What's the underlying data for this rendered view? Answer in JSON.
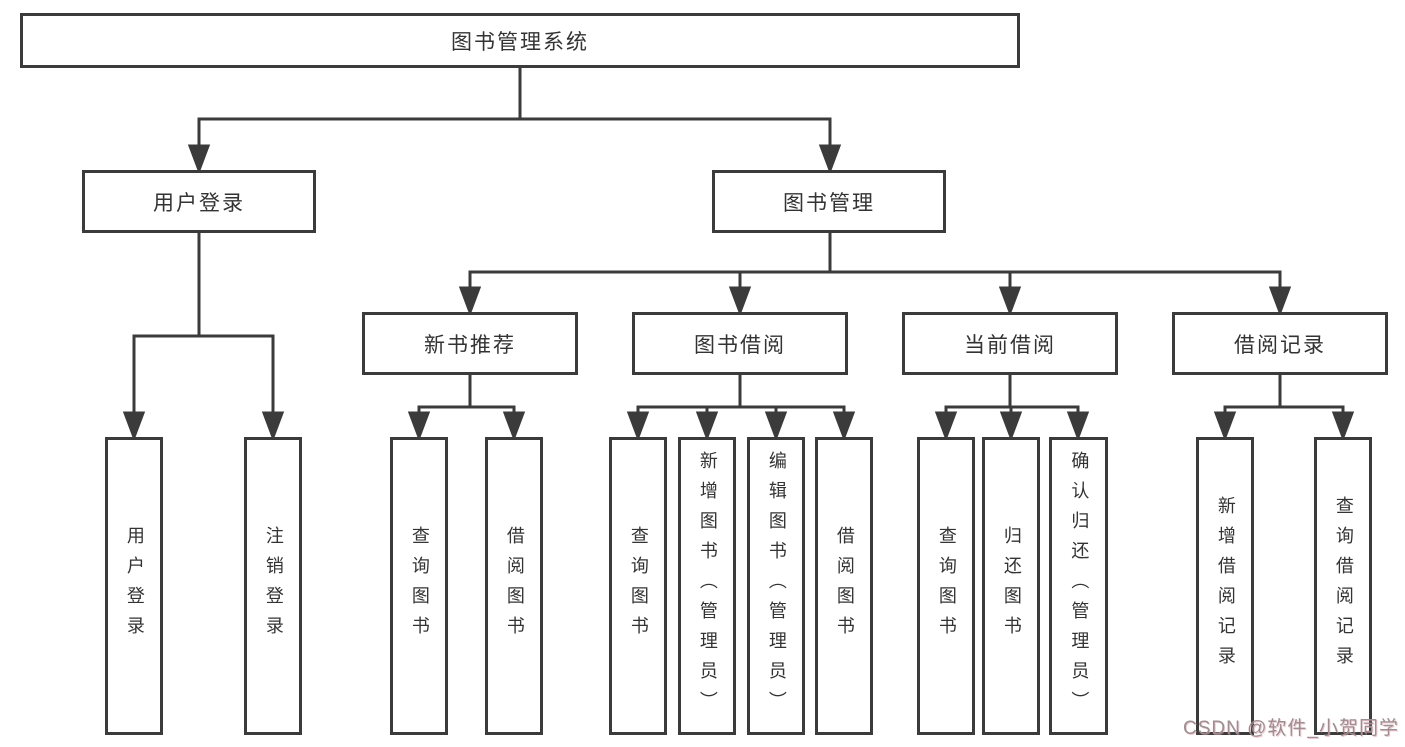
{
  "diagram": {
    "nodes": {
      "root": "图书管理系统",
      "user_login": "用户登录",
      "book_mgmt": "图书管理",
      "new_books": "新书推荐",
      "book_borrow": "图书借阅",
      "current_borrow": "当前借阅",
      "borrow_records": "借阅记录"
    },
    "leaves": {
      "user_login": [
        "用户登录",
        "注销登录"
      ],
      "new_books": [
        "查询图书",
        "借阅图书"
      ],
      "book_borrow": [
        "查询图书",
        "新增图书（管理员）",
        "编辑图书（管理员）",
        "借阅图书"
      ],
      "current_borrow": [
        "查询图书",
        "归还图书",
        "确认归还（管理员）"
      ],
      "borrow_records": [
        "新增借阅记录",
        "查询借阅记录"
      ]
    },
    "line_color": "#3b3b3b"
  },
  "watermark": {
    "text": "CSDN @软件_小贺同学"
  }
}
